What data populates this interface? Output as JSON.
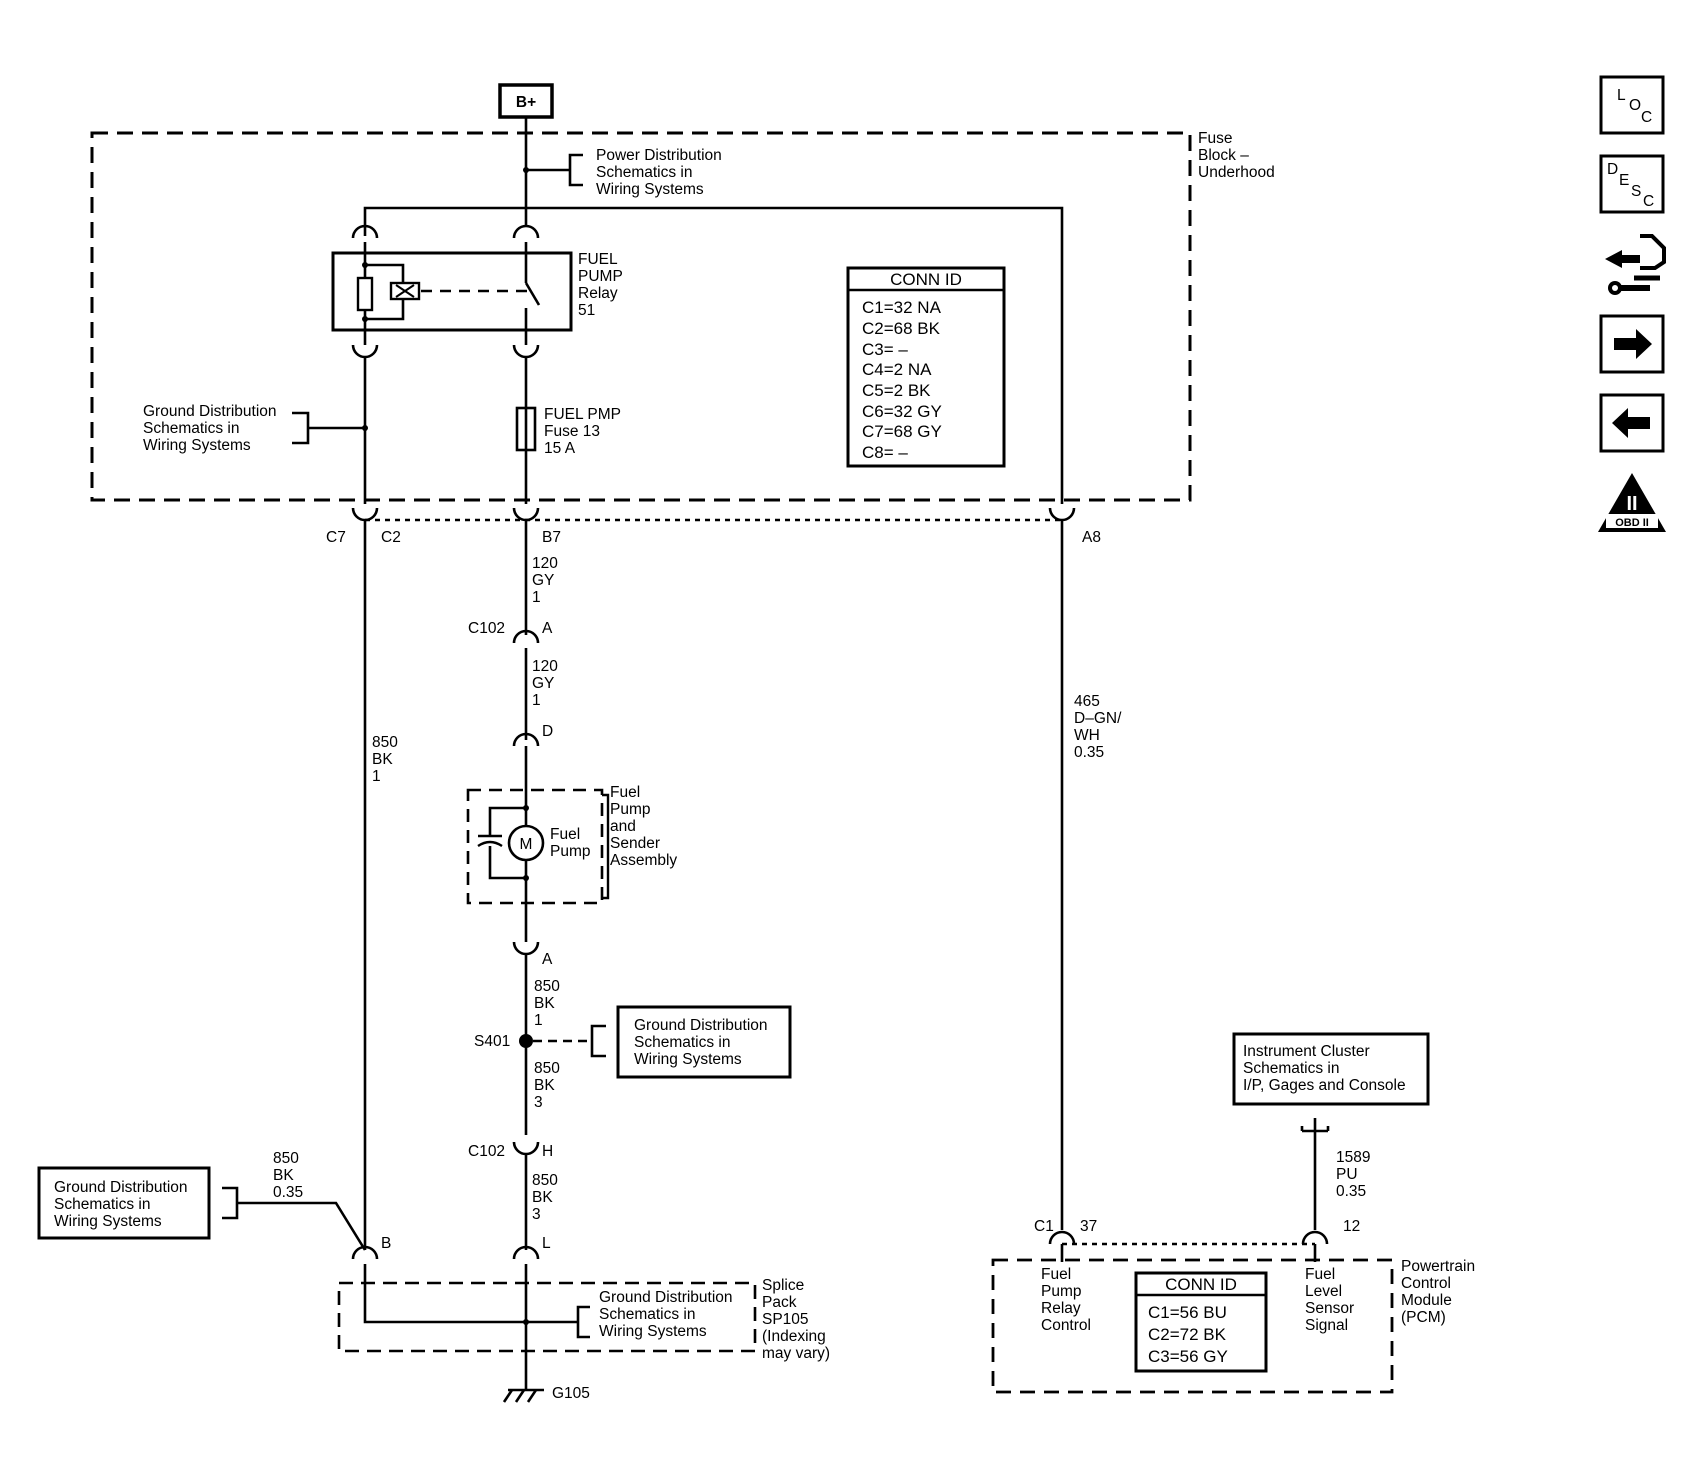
{
  "power_source": "B+",
  "fuse_block": {
    "name": [
      "Fuse",
      "Block –",
      "Underhood"
    ]
  },
  "power_dist_ref": [
    "Power Distribution",
    "Schematics in",
    "Wiring Systems"
  ],
  "relay": {
    "name": [
      "FUEL",
      "PUMP",
      "Relay",
      "51"
    ]
  },
  "fuse": {
    "name": [
      "FUEL PMP",
      "Fuse 13",
      "15 A"
    ]
  },
  "ground_ref_top": [
    "Ground Distribution",
    "Schematics in",
    "Wiring Systems"
  ],
  "fuse_block_conn": {
    "title": "CONN ID",
    "rows": [
      "C1=32 NA",
      "C2=68 BK",
      "C3= –",
      "C4=2 NA",
      "C5=2 BK",
      "C6=32 GY",
      "C7=68 GY",
      "C8= –"
    ]
  },
  "pins": {
    "c7": "C7",
    "c2": "C2",
    "b7": "B7",
    "a8": "A8",
    "c102_top": "C102",
    "c102_a": "A",
    "c102_d": "D",
    "pump_a": "A",
    "s401": "S401",
    "c102_bot": "C102",
    "c102_h": "H",
    "splice_l": "L",
    "splice_b": "B",
    "g105": "G105",
    "pcm_c1": "C1",
    "pcm_37": "37",
    "pcm_12": "12"
  },
  "wires": {
    "w120_a": [
      "120",
      "GY",
      "1"
    ],
    "w120_b": [
      "120",
      "GY",
      "1"
    ],
    "w850_main": [
      "850",
      "BK",
      "1"
    ],
    "w465": [
      "465",
      "D–GN/",
      "WH",
      "0.35"
    ],
    "w850_pump": [
      "850",
      "BK",
      "1"
    ],
    "w850_s401": [
      "850",
      "BK",
      "3"
    ],
    "w850_c102": [
      "850",
      "BK",
      "3"
    ],
    "w850_left": [
      "850",
      "BK",
      "0.35"
    ],
    "w1589": [
      "1589",
      "PU",
      "0.35"
    ]
  },
  "pump": {
    "motor": "M",
    "label": [
      "Fuel",
      "Pump"
    ],
    "assembly": [
      "Fuel",
      "Pump",
      "and",
      "Sender",
      "Assembly"
    ]
  },
  "ground_ref_s401": [
    "Ground Distribution",
    "Schematics in",
    "Wiring Systems"
  ],
  "ground_ref_left": [
    "Ground Distribution",
    "Schematics in",
    "Wiring Systems"
  ],
  "splice_ground_ref": [
    "Ground Distribution",
    "Schematics in",
    "Wiring Systems"
  ],
  "splice_pack": [
    "Splice",
    "Pack",
    "SP105",
    "(Indexing",
    "may vary)"
  ],
  "instrument_ref": [
    "Instrument Cluster",
    "Schematics in",
    "I/P, Gages and Console"
  ],
  "pcm": {
    "name": [
      "Powertrain",
      "Control",
      "Module",
      "(PCM)"
    ],
    "relay_ctrl": [
      "Fuel",
      "Pump",
      "Relay",
      "Control"
    ],
    "level_signal": [
      "Fuel",
      "Level",
      "Sensor",
      "Signal"
    ],
    "conn": {
      "title": "CONN ID",
      "rows": [
        "C1=56 BU",
        "C2=72 BK",
        "C3=56 GY"
      ]
    }
  },
  "nav": {
    "loc": [
      "L",
      "O",
      "C"
    ],
    "desc": [
      "D",
      "E",
      "S",
      "C"
    ],
    "obd": [
      "II",
      "OBD II"
    ]
  }
}
